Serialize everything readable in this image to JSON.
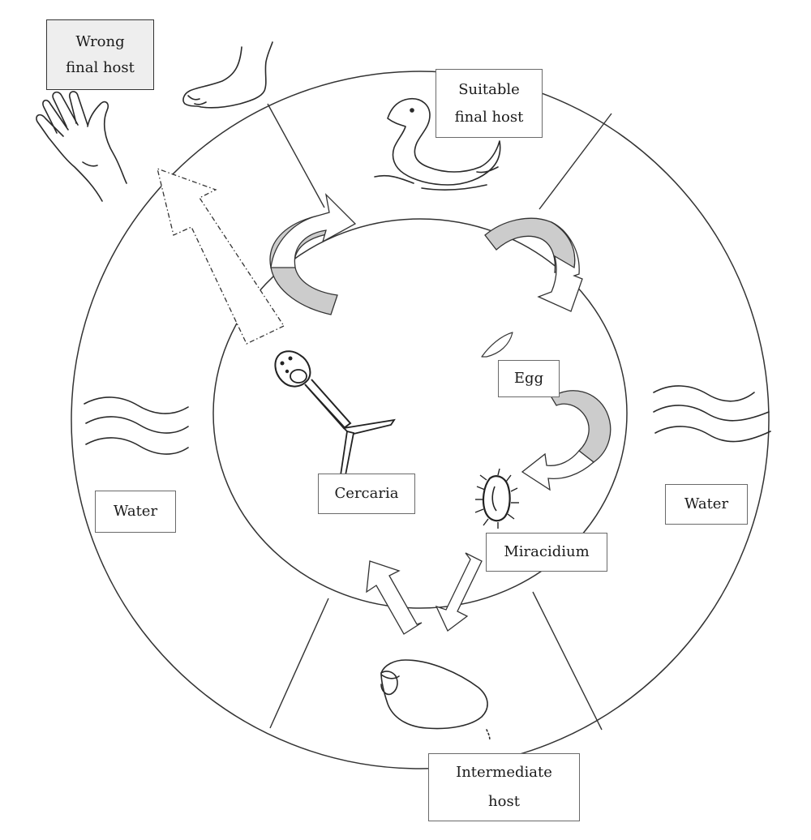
{
  "labels": {
    "wrong_final_host": "Wrong\nfinal host",
    "suitable_final_host": "Suitable\nfinal host",
    "egg": "Egg",
    "miracidium": "Miracidium",
    "cercaria": "Cercaria",
    "water_left": "Water",
    "water_right": "Water",
    "intermediate_host": "Intermediate\nhost"
  },
  "icons": {
    "hand": "hand-icon",
    "foot": "foot-icon",
    "duck": "duck-icon",
    "snail": "snail-icon",
    "egg": "egg-icon",
    "miracidium": "miracidium-icon",
    "cercaria": "cercaria-icon",
    "water": "water-waves-icon"
  },
  "colors": {
    "arrow_fill": "#cccccc",
    "wrong_host_box": "#eeeeee",
    "line": "#2a2a2a"
  }
}
